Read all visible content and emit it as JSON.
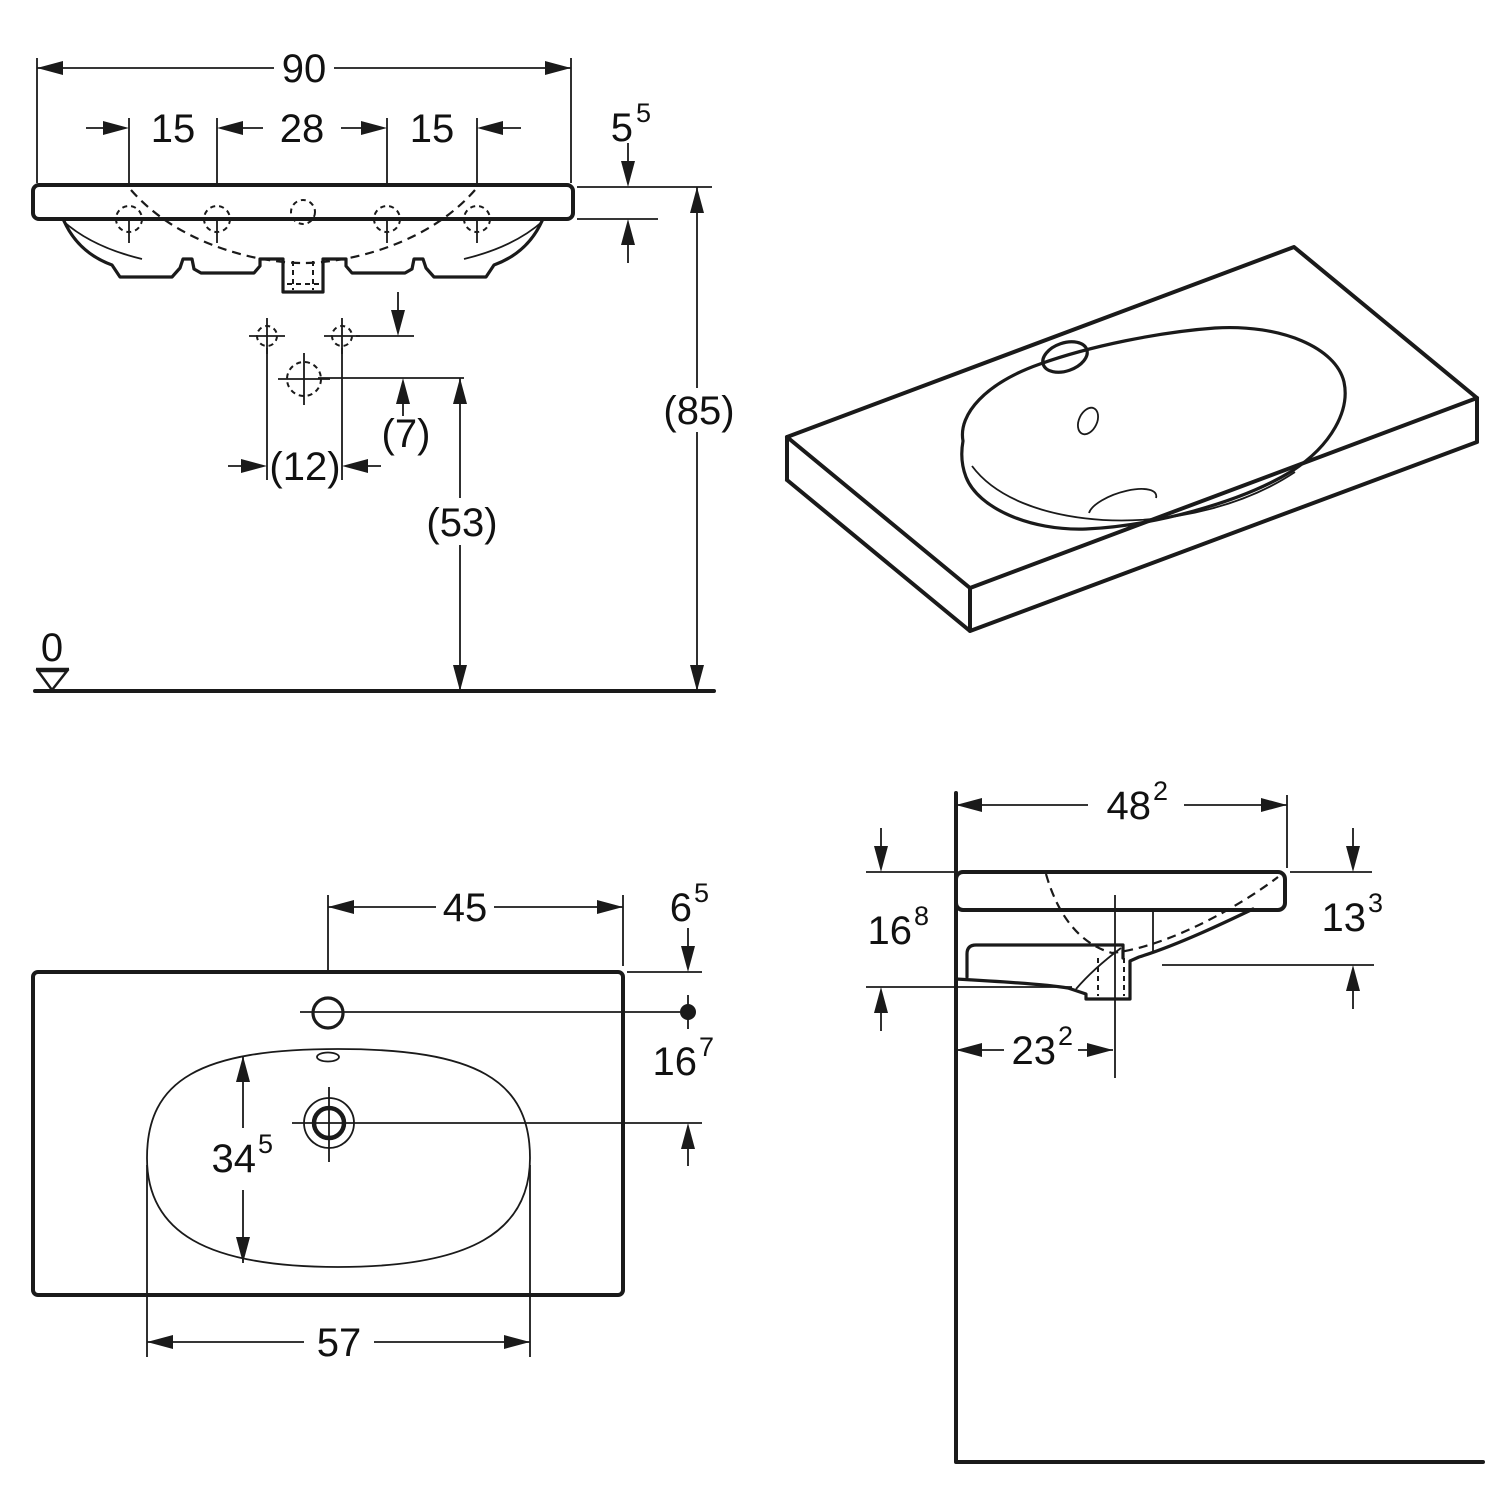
{
  "front_view": {
    "overall_width": "90",
    "tap_hole_spacing_left": "15",
    "tap_hole_spacing_center": "28",
    "tap_hole_spacing_right": "15",
    "rim_thickness": {
      "v": "5",
      "sup": "5"
    },
    "rim_height_above_floor": "(85)",
    "siphon_below_fixing": "(7)",
    "fixing_bolt_spacing": "(12)",
    "siphon_height_above_floor": "(53)",
    "floor_datum": "0"
  },
  "plan_view": {
    "tap_hole_to_right_edge": "45",
    "tap_hole_setback": {
      "v": "6",
      "sup": "5"
    },
    "tap_hole_to_drain": {
      "v": "16",
      "sup": "7"
    },
    "basin_inner_depth": {
      "v": "34",
      "sup": "5"
    },
    "basin_inner_width": "57"
  },
  "side_view": {
    "overall_depth": {
      "v": "48",
      "sup": "2"
    },
    "height_at_wall": {
      "v": "16",
      "sup": "8"
    },
    "height_at_front": {
      "v": "13",
      "sup": "3"
    },
    "drain_to_wall": {
      "v": "23",
      "sup": "2"
    }
  },
  "colors": {
    "line": "#1a1a1a",
    "background": "#ffffff"
  }
}
